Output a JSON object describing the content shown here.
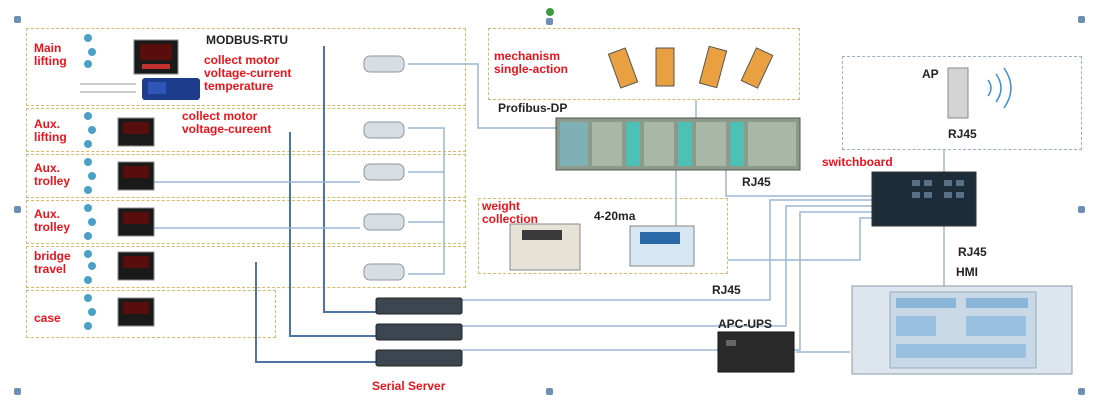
{
  "groups": {
    "main_lifting": "Main\nlifting",
    "aux_lifting": "Aux.\nlifting",
    "aux_trolley_1": "Aux.\ntrolley",
    "aux_trolley_2": "Aux.\ntrolley",
    "bridge_travel": "bridge\ntravel",
    "case": "case"
  },
  "annotations": {
    "collect_main": "collect motor\nvoltage-current\ntemperature",
    "collect_aux": "collect motor\nvoltage-cureent",
    "mechanism": "mechanism\nsingle-action",
    "weight": "weight\ncollection",
    "serial_server": "Serial Server",
    "switchboard": "switchboard"
  },
  "labels": {
    "modbus": "MODBUS-RTU",
    "profibus": "Profibus-DP",
    "rj45_plc": "RJ45",
    "analog": "4-20ma",
    "rj45_weight": "RJ45",
    "ap": "AP",
    "rj45_ap": "RJ45",
    "rj45_switch": "RJ45",
    "hmi": "HMI",
    "ups": "APC-UPS"
  },
  "colors": {
    "annotation_red": "#e8141c",
    "box_dash": "#d6b96a",
    "wire": "#4f74a8",
    "wire_light": "#9cb6d6"
  }
}
